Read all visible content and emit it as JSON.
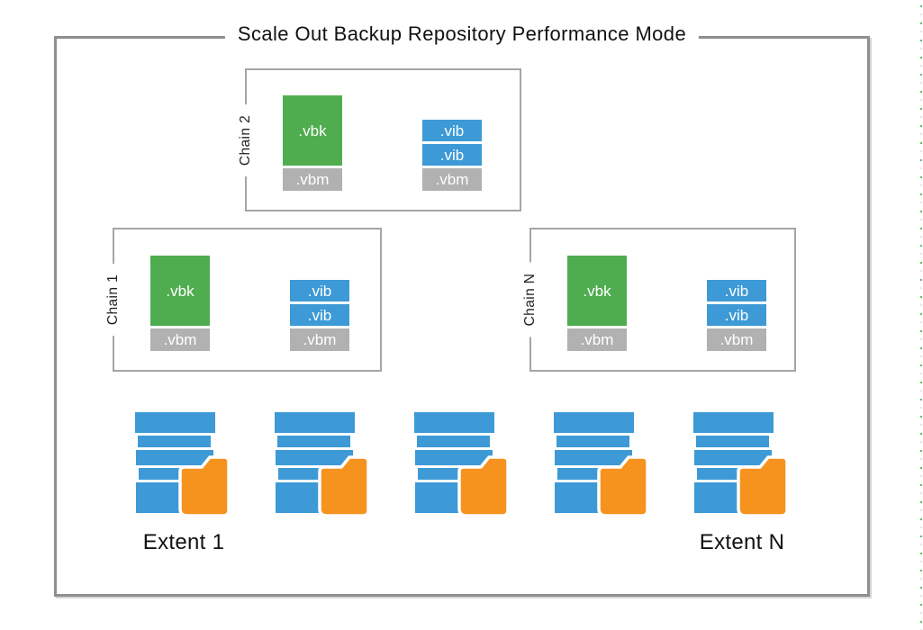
{
  "title": "Scale Out Backup Repository Performance Mode",
  "chains": [
    {
      "label": "Chain 2",
      "full_backup": ".vbk",
      "full_meta": ".vbm",
      "inc1": ".vib",
      "inc2": ".vib",
      "inc_meta": ".vbm"
    },
    {
      "label": "Chain 1",
      "full_backup": ".vbk",
      "full_meta": ".vbm",
      "inc1": ".vib",
      "inc2": ".vib",
      "inc_meta": ".vbm"
    },
    {
      "label": "Chain N",
      "full_backup": ".vbk",
      "full_meta": ".vbm",
      "inc1": ".vib",
      "inc2": ".vib",
      "inc_meta": ".vbm"
    }
  ],
  "extents": {
    "count": 5,
    "first_label": "Extent 1",
    "last_label": "Extent N",
    "icon": "storage-stack-folder-icon"
  },
  "colors": {
    "full_backup_green": "#4fad50",
    "increment_blue": "#3d9ad6",
    "meta_gray": "#b1b1b1",
    "folder_orange": "#f6921e",
    "box_border_gray": "#8f8f8f",
    "chain_border_gray": "#a5a5a5",
    "edge_dot_green": "#5cbf60"
  }
}
